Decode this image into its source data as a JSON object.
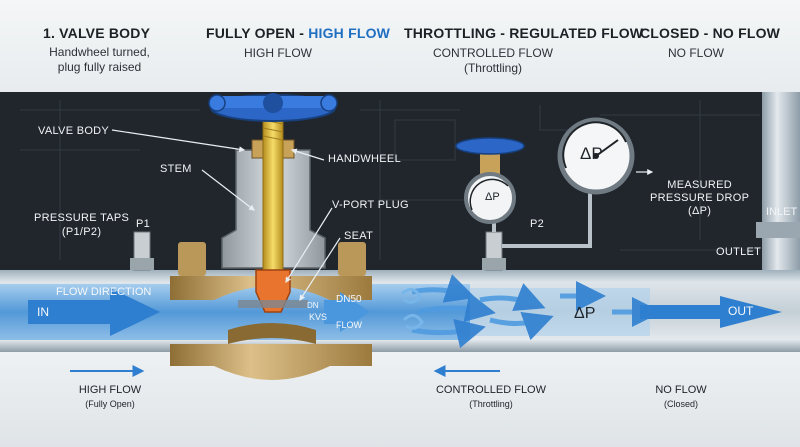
{
  "header": {
    "col1_title": "1. VALVE BODY",
    "col1_sub1": "Handwheel turned,",
    "col1_sub2": "plug fully raised",
    "col2_title_a": "FULLY OPEN - ",
    "col2_title_b": "HIGH FLOW",
    "col2_sub": "HIGH FLOW",
    "col3_title": "THROTTLING - REGULATED FLOW",
    "col3_sub1": "CONTROLLED FLOW",
    "col3_sub2": "(Throttling)",
    "col4_title": "CLOSED - NO FLOW",
    "col4_sub": "NO FLOW"
  },
  "labels": {
    "valve_body": "VALVE BODY",
    "stem": "STEM",
    "handwheel": "HANDWHEEL",
    "vport_plug": "V-PORT PLUG",
    "seat": "SEAT",
    "pressure_taps_1": "PRESSURE TAPS",
    "pressure_taps_2": "(P1/P2)",
    "p1": "P1",
    "p2": "P2",
    "measured_1": "MEASURED",
    "measured_2": "PRESSURE DROP",
    "measured_3": "(ΔP)",
    "inlet": "INLET",
    "outlet": "OUTLET",
    "flow_direction": "FLOW DIRECTION",
    "in": "IN",
    "out": "OUT",
    "dn50": "DN50",
    "dn": "DN",
    "kvs": "KVS",
    "flow": "FLOW",
    "delta_p_pipe": "ΔP",
    "gauge_small": "ΔP",
    "gauge_large": "ΔP"
  },
  "footer": {
    "f1_a": "HIGH FLOW",
    "f1_b": "(Fully Open)",
    "f2_a": "CONTROLLED FLOW",
    "f2_b": "(Throttling)",
    "f3_a": "NO FLOW",
    "f3_b": "(Closed)"
  },
  "colors": {
    "handwheel": "#2f6fd1",
    "valve_brass": "#c9a25a",
    "stem_gold": "#e6c33c",
    "plug_orange": "#e8742e",
    "flow_blue": "#3b8fd9",
    "pipe_steel": "#b8c3cb",
    "dark_bg": "#20262c"
  }
}
